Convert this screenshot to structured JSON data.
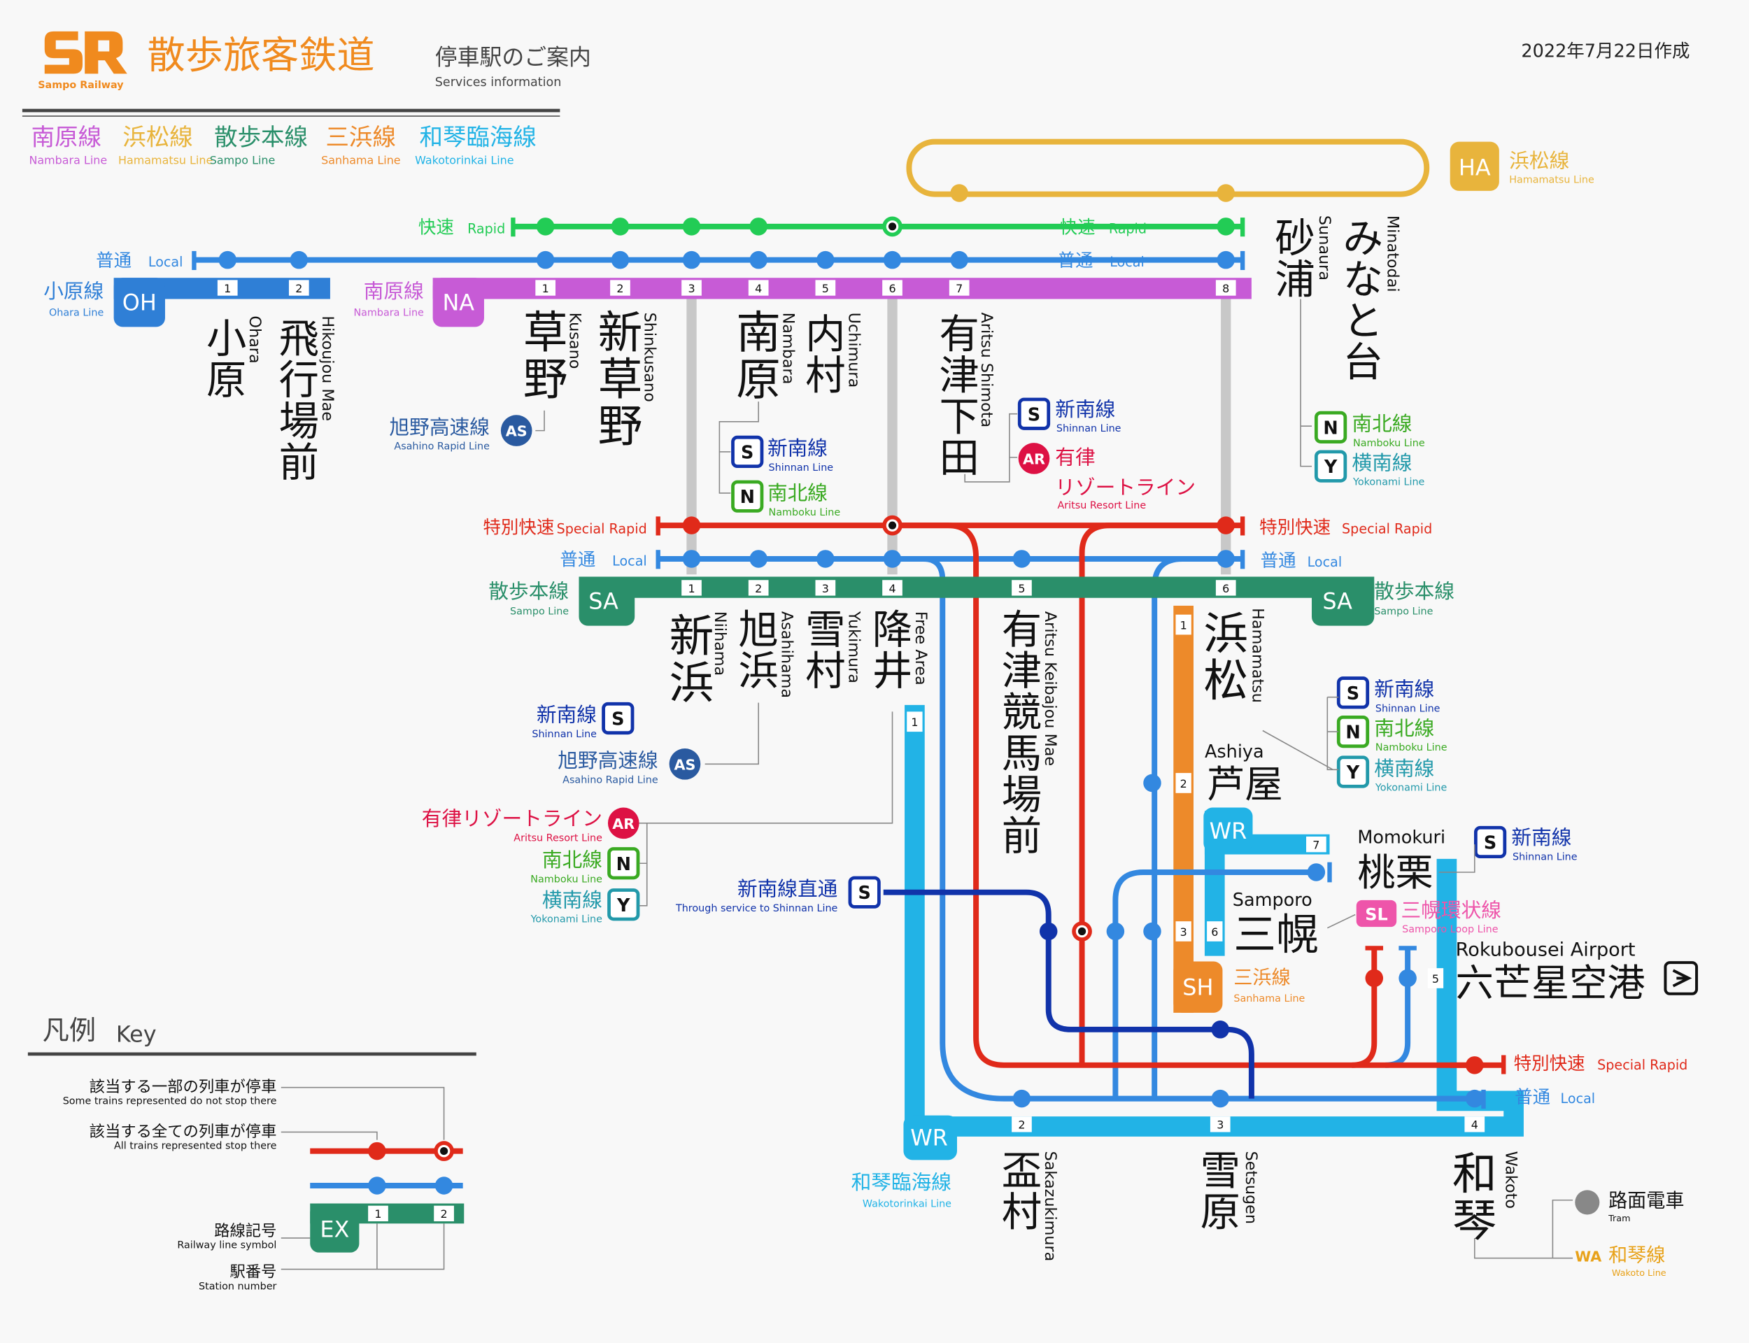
{
  "header": {
    "logo_text": "SR",
    "logo_caption": "Sampo Railway",
    "company": "散歩旅客鉄道",
    "title": "停車駅のご案内",
    "title_en": "Services information",
    "date": "2022年7月22日作成"
  },
  "lines_legend": [
    {
      "ja": "南原線",
      "en": "Nambara Line",
      "color": "#c75bd6"
    },
    {
      "ja": "浜松線",
      "en": "Hamamatsu Line",
      "color": "#e8b43c"
    },
    {
      "ja": "散歩本線",
      "en": "Sampo Line",
      "color": "#2a8f6a"
    },
    {
      "ja": "三浜線",
      "en": "Sanhama Line",
      "color": "#ed8a2a"
    },
    {
      "ja": "和琴臨海線",
      "en": "Wakotorinkai Line",
      "color": "#22b3e6"
    }
  ],
  "colors": {
    "rapid": "#22cc55",
    "local": "#3388e0",
    "special": "#e02a1a",
    "nambara": "#c75bd6",
    "hamamatsu": "#e8b43c",
    "sampo": "#2a8f6a",
    "sanhama": "#ed8a2a",
    "wako": "#22b3e6",
    "ohara": "#2f7fd6",
    "shinnan": "#1133aa",
    "nanboku": "#3aaa22",
    "yokonami": "#2299aa",
    "asahino": "#2a5aa0",
    "aritsu": "#dd1144",
    "loop": "#ee55aa"
  },
  "services": {
    "rapid_ja": "快速",
    "rapid_en": "Rapid",
    "local_ja": "普通",
    "local_en": "Local",
    "special_ja": "特別快速",
    "special_en": "Special Rapid"
  },
  "line_labels": {
    "ohara": {
      "ja": "小原線",
      "en": "Ohara Line",
      "code": "OH"
    },
    "nambara": {
      "ja": "南原線",
      "en": "Nambara Line",
      "code": "NA"
    },
    "hamamatsu": {
      "ja": "浜松線",
      "en": "Hamamatsu Line",
      "code": "HA"
    },
    "sampo": {
      "ja": "散歩本線",
      "en": "Sampo Line",
      "code": "SA"
    },
    "sanhama": {
      "ja": "三浜線",
      "en": "Sanhama Line",
      "code": "SH"
    },
    "wako": {
      "ja": "和琴臨海線",
      "en": "Wakotorinkai Line",
      "code": "WR"
    },
    "wako_line": {
      "ja": "和琴線",
      "en": "Wakoto Line",
      "code": "WA"
    }
  },
  "stations": {
    "ohara": {
      "ja": "小原",
      "en": "Ohara"
    },
    "hikoujou": {
      "ja": "飛行場前",
      "en": "Hikoujou Mae"
    },
    "kusano": {
      "ja": "草野",
      "en": "Kusano"
    },
    "shinkusano": {
      "ja": "新草野",
      "en": "Shinkusano"
    },
    "nambara": {
      "ja": "南原",
      "en": "Nambara"
    },
    "uchimura": {
      "ja": "内村",
      "en": "Uchimura"
    },
    "aritsushimota": {
      "ja": "有津下田",
      "en": "Aritsu Shimota"
    },
    "sunaura": {
      "ja": "砂浦",
      "en": "Sunaura"
    },
    "minatodai": {
      "ja": "みなと台",
      "en": "Minatodai"
    },
    "niihama": {
      "ja": "新浜",
      "en": "Niihama"
    },
    "asahihama": {
      "ja": "旭浜",
      "en": "Asahihama"
    },
    "yukimura": {
      "ja": "雪村",
      "en": "Yukimura"
    },
    "furui": {
      "ja": "降井",
      "en": "Free Area"
    },
    "keibajou": {
      "ja": "有津競馬場前",
      "en": "Aritsu Keibajou Mae"
    },
    "hamamatsu": {
      "ja": "浜松",
      "en": "Hamamatsu"
    },
    "ashiya": {
      "ja": "芦屋",
      "en": "Ashiya"
    },
    "momokuri": {
      "ja": "桃栗",
      "en": "Momokuri"
    },
    "samporo": {
      "ja": "三幌",
      "en": "Samporo"
    },
    "airport": {
      "ja": "六芒星空港",
      "en": "Rokubousei Airport"
    },
    "sakazukimura": {
      "ja": "盃村",
      "en": "Sakazukimura"
    },
    "setsugen": {
      "ja": "雪原",
      "en": "Setsugen"
    },
    "wakoto": {
      "ja": "和琴",
      "en": "Wakoto"
    }
  },
  "transfers": {
    "shinnan": {
      "ja": "新南線",
      "en": "Shinnan Line",
      "code": "S"
    },
    "nanboku": {
      "ja": "南北線",
      "en": "Namboku Line",
      "code": "N"
    },
    "yokonami": {
      "ja": "横南線",
      "en": "Yokonami Line",
      "code": "Y"
    },
    "asahino": {
      "ja": "旭野高速線",
      "en": "Asahino Rapid Line",
      "code": "AS"
    },
    "aritsu": {
      "ja": "有律リゾートライン",
      "en": "Aritsu Resort Line",
      "code": "AR"
    },
    "aritsu_a": {
      "ja": "有律",
      "ja2": "リゾートライン"
    },
    "loop": {
      "ja": "三幌環状線",
      "en": "Samporo Loop Line",
      "code": "SL"
    },
    "through": {
      "ja": "新南線直通",
      "en": "Through service to Shinnan Line",
      "code": "S"
    }
  },
  "numbers": {
    "oh": [
      "1",
      "2"
    ],
    "na": [
      "1",
      "2",
      "3",
      "4",
      "5",
      "6",
      "7",
      "8"
    ],
    "sa": [
      "1",
      "2",
      "3",
      "4",
      "5",
      "6"
    ],
    "sh": [
      "1",
      "2",
      "3"
    ],
    "wr": [
      "1",
      "2",
      "3",
      "4",
      "5",
      "6",
      "7"
    ]
  },
  "key": {
    "title_ja": "凡例",
    "title_en": "Key",
    "some_ja": "該当する一部の列車が停車",
    "some_en": "Some trains represented do not stop there",
    "all_ja": "該当する全ての列車が停車",
    "all_en": "All trains represented stop there",
    "symbol_ja": "路線記号",
    "symbol_en": "Railway line symbol",
    "number_ja": "駅番号",
    "number_en": "Station number",
    "ex_code": "EX",
    "ex_nums": [
      "1",
      "2"
    ],
    "tram_ja": "路面電車",
    "tram_en": "Tram"
  }
}
